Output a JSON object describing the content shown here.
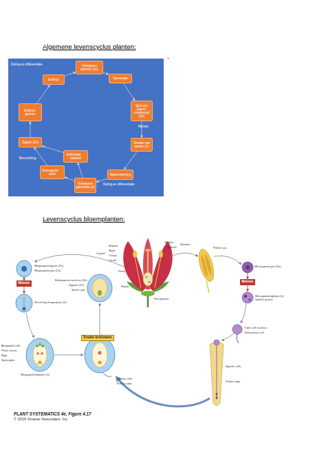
{
  "diagram": {
    "title": "Algemene levenscyclus planten:",
    "caption": "PLANT SYSTEMATICS 4e, Figure 4.17",
    "nodes": [
      {
        "text": [
          "Volwassen sporofyt (2n)"
        ]
      },
      {
        "text": [
          "Sporangia"
        ]
      },
      {
        "text": [
          "Sporocyt (spore-moedercel) (2n)"
        ]
      },
      {
        "text": [
          "Tetrade van sporen (n)"
        ]
      },
      {
        "text": [
          "Sporenkieming"
        ]
      },
      {
        "text": [
          "Volwassen gametofyt (n)"
        ]
      },
      {
        "text": [
          "Antheridia → zaadcel"
        ]
      },
      {
        "text": [
          "Archegonia → eicel"
        ]
      },
      {
        "text": [
          "Zygote (2n)"
        ]
      },
      {
        "text": [
          "Embryo-genese"
        ]
      },
      {
        "text": [
          "Embryo"
        ]
      },
      {
        "text": [
          "Meiosis"
        ]
      },
      {
        "text": [
          "Meiosis"
        ]
      },
      {
        "text": [
          "Double fertilization"
        ]
      }
    ],
    "edges": [
      {
        "from": 0,
        "to": 1,
        "arrow": "to"
      },
      {
        "from": 1,
        "to": 2,
        "arrow": "to"
      },
      {
        "from": 2,
        "to": 3,
        "label": "Meiose",
        "arrow": "to"
      },
      {
        "from": 3,
        "to": 4,
        "arrow": "to"
      },
      {
        "from": 4,
        "to": 5,
        "label": "Deling en differentiatie",
        "arrow": "to"
      },
      {
        "from": 5,
        "to": 6,
        "arrow": "to"
      },
      {
        "from": 5,
        "to": 7,
        "arrow": "to"
      },
      {
        "from": 6,
        "to": 8,
        "arrow": "to"
      },
      {
        "from": 7,
        "to": 8,
        "label": "Bevruchting",
        "arrow": "to"
      },
      {
        "from": 8,
        "to": 9,
        "arrow": "to"
      },
      {
        "from": 9,
        "to": 10,
        "arrow": "to"
      },
      {
        "from": 10,
        "to": 0,
        "label": "Deling en differentiatie",
        "arrow": "to"
      }
    ],
    "labels": [
      "-",
      "Levenscyclus bloemplanten:",
      "© 2016 Sinauer Associates, Inc.",
      "Stigma",
      "Style",
      "Ovary",
      "Ovule",
      "Carpel",
      "Petal",
      "Sepal",
      "Receptacle",
      "Anther",
      "Filament",
      "Stamen",
      "Pollen sac",
      "Megasporangium (2n)",
      "Megasporocyte (2n)",
      "Surviving megaspore (n)",
      "Antipodal cells",
      "Polar nuclei",
      "Egg",
      "Synergids",
      "Megagametophyte (n)",
      "Microsporocyte (2n)",
      "Microgametophyte (n) (pollen grain)",
      "Tube cell nucleus",
      "Generative cell",
      "Sperm cells",
      "Pollen tube",
      "Endosperm nucleus (3n)",
      "Zygote (2n)",
      "Seed coat",
      "Sperm cells",
      "Pollen tube"
    ]
  }
}
